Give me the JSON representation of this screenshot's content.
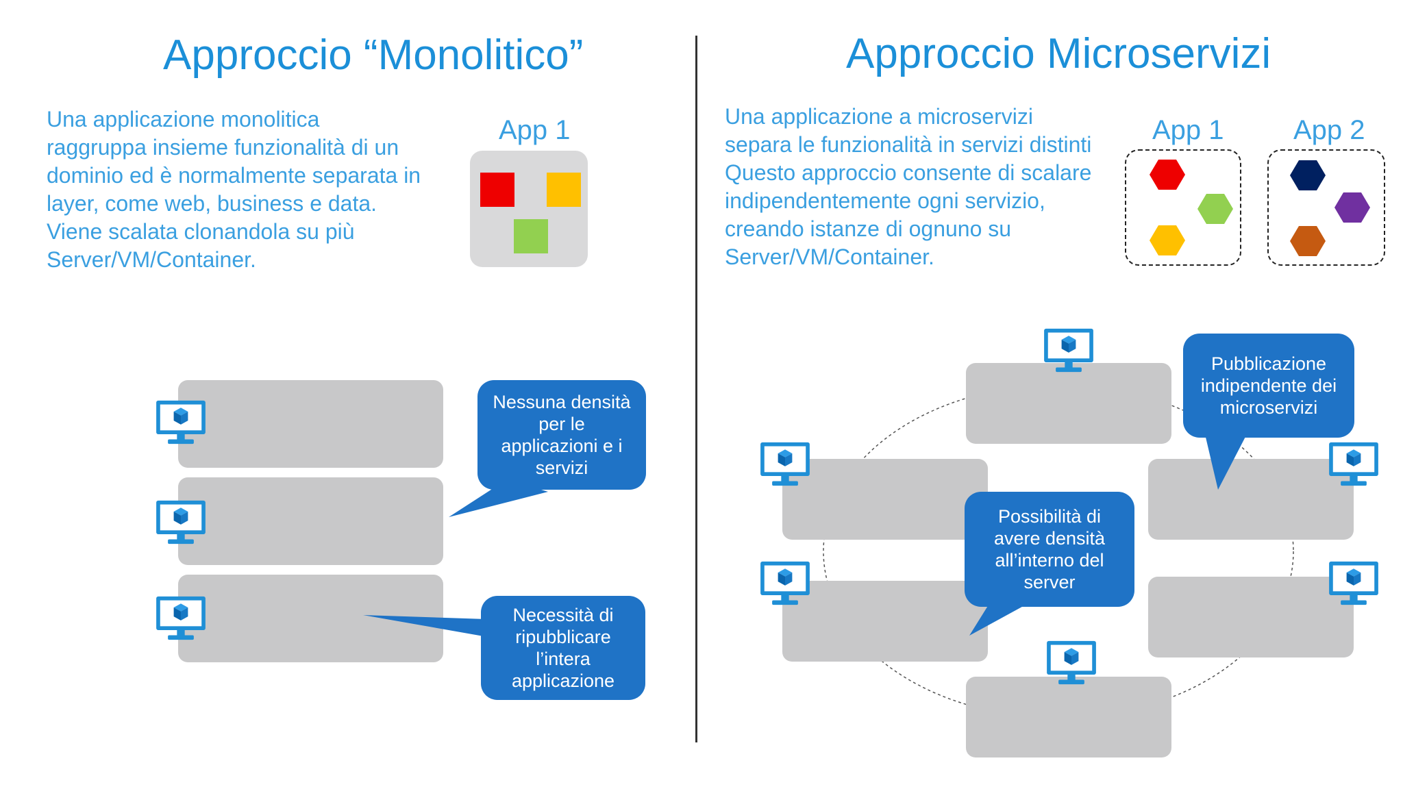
{
  "left": {
    "title": "Approccio “Monolitico”",
    "description": "Una applicazione monolitica\nraggruppa insieme funzionalità di un\ndominio ed è normalmente separata in\nlayer, come web, business e data.\nViene scalata clonandola su più\nServer/VM/Container.",
    "app_label": "App 1",
    "callouts": [
      "Nessuna densità\nper le\napplicazioni e i\nservizi",
      "Necessità di\nripubblicare\nl’intera\napplicazione"
    ]
  },
  "right": {
    "title": "Approccio Microservizi",
    "description": "Una applicazione a microservizi\nsepara le funzionalità in servizi distinti\nQuesto approccio consente di scalare\nindipendentemente ogni servizio,\ncreando istanze di ognuno su\nServer/VM/Container.",
    "app_labels": [
      "App 1",
      "App 2"
    ],
    "callouts": [
      "Pubblicazione\nindipendente dei\nmicroservizi",
      "Possibilità di\navere densità\nall’interno del\nserver"
    ]
  },
  "icons": [
    "vm-monitor-icon",
    "hexagon-icon"
  ],
  "colors": {
    "title": "#1b8fd8",
    "text": "#3a9fe0",
    "callout": "#1f73c6",
    "server": "#c8c8c9",
    "red": "#ee0000",
    "yellow": "#ffc000",
    "green": "#92d050",
    "navy": "#002060",
    "purple": "#7030a0",
    "brown": "#c55a11"
  }
}
